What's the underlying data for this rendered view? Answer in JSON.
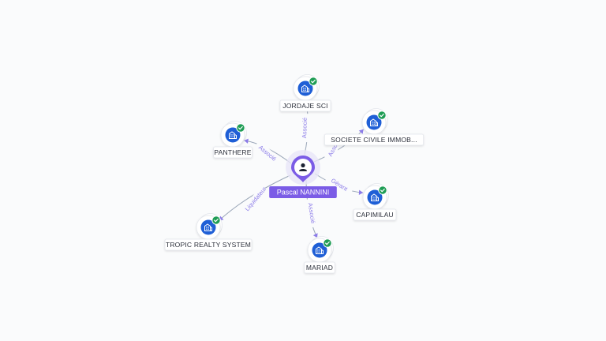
{
  "center": {
    "name": "Pascal NANNINI",
    "icon": "person-icon",
    "color": "#7b5ce6"
  },
  "companies": [
    {
      "id": "jordaje-sci",
      "name": "JORDAJE SCI",
      "relation": "Associé",
      "verified": true
    },
    {
      "id": "societe-civile",
      "name": "SOCIETE CIVILE IMMOB...",
      "relation": "Associé",
      "verified": true
    },
    {
      "id": "panthere",
      "name": "PANTHERE",
      "relation": "Associé",
      "verified": true
    },
    {
      "id": "capimilau",
      "name": "CAPIMILAU",
      "relation": "Gérant",
      "verified": true
    },
    {
      "id": "tropic-realty",
      "name": "TROPIC REALTY SYSTEM",
      "relation": "Liquidateur",
      "verified": true
    },
    {
      "id": "mariad",
      "name": "MARIAD",
      "relation": "Associé",
      "verified": true
    }
  ],
  "colors": {
    "company_icon_bg": "#1f5fd6",
    "verified_badge": "#1f9d55",
    "edge_label": "#8b7be8",
    "edge_line": "#9aa6b8"
  },
  "icons": {
    "company": "building-icon",
    "verified": "check-badge-icon"
  }
}
